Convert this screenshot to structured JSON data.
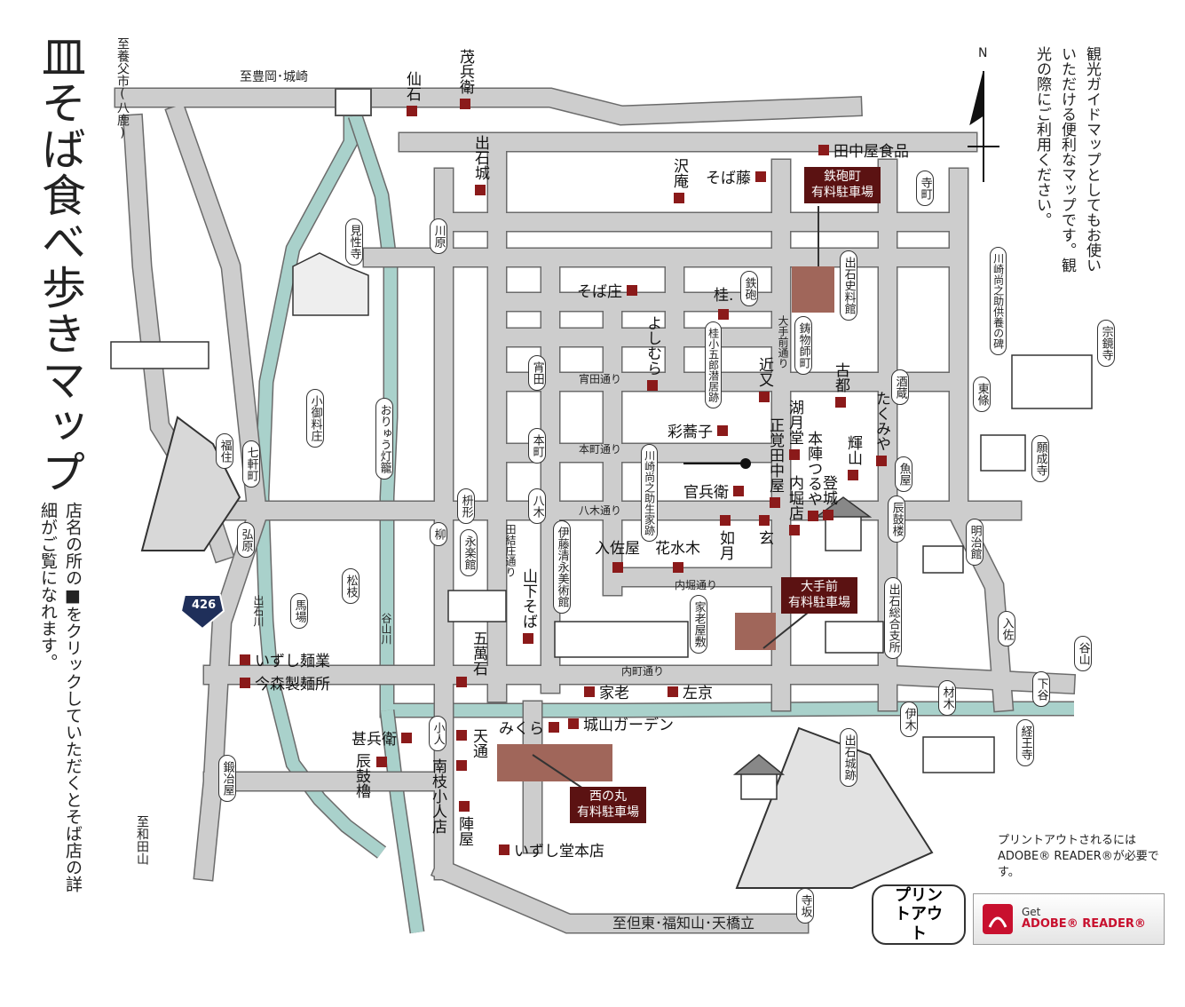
{
  "title": "皿そば食べ歩きマップ",
  "instruction": "店名の所の■をクリックしていただくとそば店の詳細がご覧になれます。",
  "guide_note": "観光ガイドマップとしてもお使いいただける便利なマップです。観光の際にご利用ください。",
  "compass": "N",
  "route_number": "426",
  "print": {
    "label": "プリントアウト",
    "note": "プリントアウトされるにはADOBE® READER®が必要です。",
    "adobe_get": "Get",
    "adobe_name": "ADOBE® READER®"
  },
  "destinations": {
    "toyooka": "至豊岡･城崎",
    "yabu": "至養父市(八鹿)",
    "wadayama": "至和田山",
    "tajima": "至但東･福知山･天橋立"
  },
  "streets": {
    "hakata": "宵田通り",
    "honmachi": "本町通り",
    "yagi": "八木通り",
    "uchibori": "内堀通り",
    "uchimachi": "内町通り",
    "sakaiyu": "田結庄通り",
    "otemae": "大手前通り",
    "izushi_river": "出石川",
    "taniyama_river": "谷山川"
  },
  "parking": [
    {
      "id": "teppo",
      "label": "鉄砲町\n有料駐車場"
    },
    {
      "id": "otemae",
      "label": "大手前\n有料駐車場"
    },
    {
      "id": "nishi",
      "label": "西の丸\n有料駐車場"
    }
  ],
  "shops_h": [
    {
      "id": "tanakaya_foods",
      "name": "田中屋食品"
    },
    {
      "id": "sobafuji",
      "name": "そば藤"
    },
    {
      "id": "sobasho",
      "name": "そば庄"
    },
    {
      "id": "katsura",
      "name": "桂."
    },
    {
      "id": "saikyo",
      "name": "彩蕎子"
    },
    {
      "id": "kanbee",
      "name": "官兵衛"
    },
    {
      "id": "irisaya",
      "name": "入佐屋"
    },
    {
      "id": "kasuiboku",
      "name": "花水木"
    },
    {
      "id": "izushimengyo",
      "name": "いずし麺業"
    },
    {
      "id": "imamori",
      "name": "今森製麺所"
    },
    {
      "id": "kaki",
      "name": "家老"
    },
    {
      "id": "sakyo",
      "name": "左京"
    },
    {
      "id": "mikura",
      "name": "みくら"
    },
    {
      "id": "shiroyama",
      "name": "城山ガーデン"
    },
    {
      "id": "jinbee",
      "name": "甚兵衛"
    },
    {
      "id": "izushido",
      "name": "いずし堂本店"
    }
  ],
  "shops_v": [
    {
      "id": "sengoku",
      "name": "仙石"
    },
    {
      "id": "mohee",
      "name": "茂兵衛"
    },
    {
      "id": "izushijo",
      "name": "出石城"
    },
    {
      "id": "sawaan",
      "name": "沢庵"
    },
    {
      "id": "yoshimura",
      "name": "よしむら"
    },
    {
      "id": "ommata",
      "name": "近又"
    },
    {
      "id": "koto",
      "name": "古都"
    },
    {
      "id": "takumiya",
      "name": "たくみや"
    },
    {
      "id": "kozan",
      "name": "輝山"
    },
    {
      "id": "kodo",
      "name": "湖月堂"
    },
    {
      "id": "shokaku",
      "name": "正覚田中屋"
    },
    {
      "id": "honjin",
      "name": "本陣つるや"
    },
    {
      "id": "uchibori_shop",
      "name": "内堀店"
    },
    {
      "id": "tojo",
      "name": "登城"
    },
    {
      "id": "kisaragi",
      "name": "如月"
    },
    {
      "id": "gen",
      "name": "玄"
    },
    {
      "id": "yamashita",
      "name": "山下そば"
    },
    {
      "id": "gomangoku",
      "name": "五萬石"
    },
    {
      "id": "tentsu",
      "name": "天通"
    },
    {
      "id": "shinkoro",
      "name": "辰鼓櫓"
    },
    {
      "id": "nanshi",
      "name": "南枝小人店"
    },
    {
      "id": "jinya",
      "name": "陣屋"
    }
  ],
  "places": [
    {
      "id": "kenshoji",
      "name": "見性寺"
    },
    {
      "id": "kawara",
      "name": "川原"
    },
    {
      "id": "teppo_town",
      "name": "鉄砲"
    },
    {
      "id": "izushi_museum",
      "name": "出石史料館"
    },
    {
      "id": "imoji",
      "name": "鋳物師町"
    },
    {
      "id": "terama",
      "name": "寺町"
    },
    {
      "id": "katsura_kogoro",
      "name": "桂小五郎潜居跡"
    },
    {
      "id": "yoida",
      "name": "宵田"
    },
    {
      "id": "honmachi",
      "name": "本町"
    },
    {
      "id": "yagi",
      "name": "八木"
    },
    {
      "id": "masugata",
      "name": "枡形"
    },
    {
      "id": "yanagi",
      "name": "柳"
    },
    {
      "id": "eirakukan",
      "name": "永楽館"
    },
    {
      "id": "kawasaki",
      "name": "川崎尚之助生家跡"
    },
    {
      "id": "ito",
      "name": "伊藤清永美術館"
    },
    {
      "id": "kaguramonji",
      "name": "家老屋敷"
    },
    {
      "id": "saka",
      "name": "酒蔵"
    },
    {
      "id": "uoya",
      "name": "魚屋"
    },
    {
      "id": "shinkoro_place",
      "name": "辰鼓楼"
    },
    {
      "id": "meijikan",
      "name": "明治館"
    },
    {
      "id": "izushi_branch",
      "name": "出石総合支所"
    },
    {
      "id": "kawasaki_kuyo",
      "name": "川崎尚之助供養の碑"
    },
    {
      "id": "sokyoji",
      "name": "宗鏡寺"
    },
    {
      "id": "tojo_place",
      "name": "東條"
    },
    {
      "id": "ganjoji",
      "name": "願成寺"
    },
    {
      "id": "irisa",
      "name": "入佐"
    },
    {
      "id": "taniyama",
      "name": "谷山"
    },
    {
      "id": "shitadani",
      "name": "下谷"
    },
    {
      "id": "zaimoku",
      "name": "材木"
    },
    {
      "id": "igi",
      "name": "伊木"
    },
    {
      "id": "kyoji",
      "name": "経王寺"
    },
    {
      "id": "castle",
      "name": "出石城跡"
    },
    {
      "id": "terasaka",
      "name": "寺坂"
    },
    {
      "id": "fukuzumi",
      "name": "福住"
    },
    {
      "id": "nanakenmachi",
      "name": "七軒町"
    },
    {
      "id": "kobara",
      "name": "弘原"
    },
    {
      "id": "komiryosho",
      "name": "小御料庄"
    },
    {
      "id": "oryu",
      "name": "おりゅう灯籠"
    },
    {
      "id": "baba",
      "name": "馬場"
    },
    {
      "id": "matsue",
      "name": "松枝"
    },
    {
      "id": "kajiya",
      "name": "鍛冶屋"
    },
    {
      "id": "kohito",
      "name": "小人"
    }
  ],
  "colors": {
    "road": "#cdcdcd",
    "river": "#a9d1cb",
    "shop_marker": "#8b1a1a",
    "parking": "#5b1212",
    "parking_area": "#a0665a"
  }
}
